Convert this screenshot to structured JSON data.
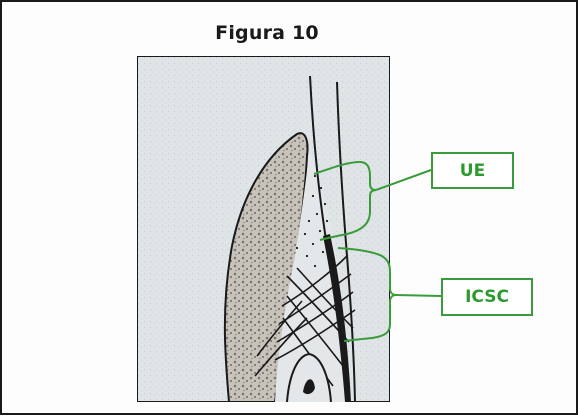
{
  "figure": {
    "title": "Figura 10"
  },
  "labels": {
    "ue": "UE",
    "icsc": "ICSC"
  },
  "colors": {
    "callout_green": "#2e9a2e",
    "ink": "#1a1a1a",
    "paper": "#dde3e6"
  },
  "illustration": {
    "subject": "histological sketch of tooth crest with epithelial and connective tissue attachment"
  }
}
